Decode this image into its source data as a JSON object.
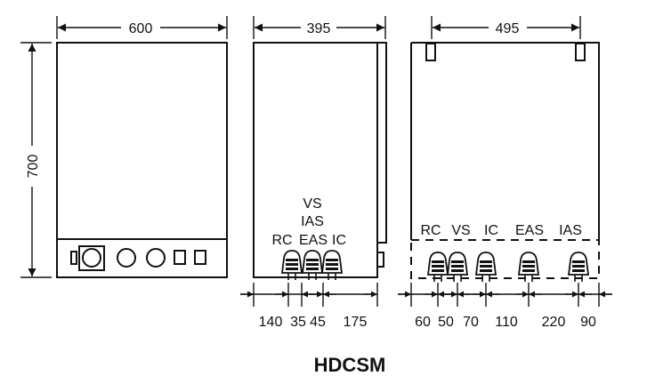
{
  "front_view": {
    "width_label": "600",
    "height_label": "700"
  },
  "side_view": {
    "depth_label": "395",
    "connection_labels": {
      "vs": "VS",
      "ias": "IAS",
      "rc": "RC",
      "eas": "EAS",
      "ic": "IC"
    },
    "bottom_dims": [
      "140",
      "35",
      "45",
      "175"
    ]
  },
  "bottom_view": {
    "width_label": "495",
    "connection_labels": [
      "RC",
      "VS",
      "IC",
      "EAS",
      "IAS"
    ],
    "bottom_dims": [
      "60",
      "50",
      "70",
      "110",
      "220",
      "90"
    ]
  },
  "model_title": "HDCSM"
}
